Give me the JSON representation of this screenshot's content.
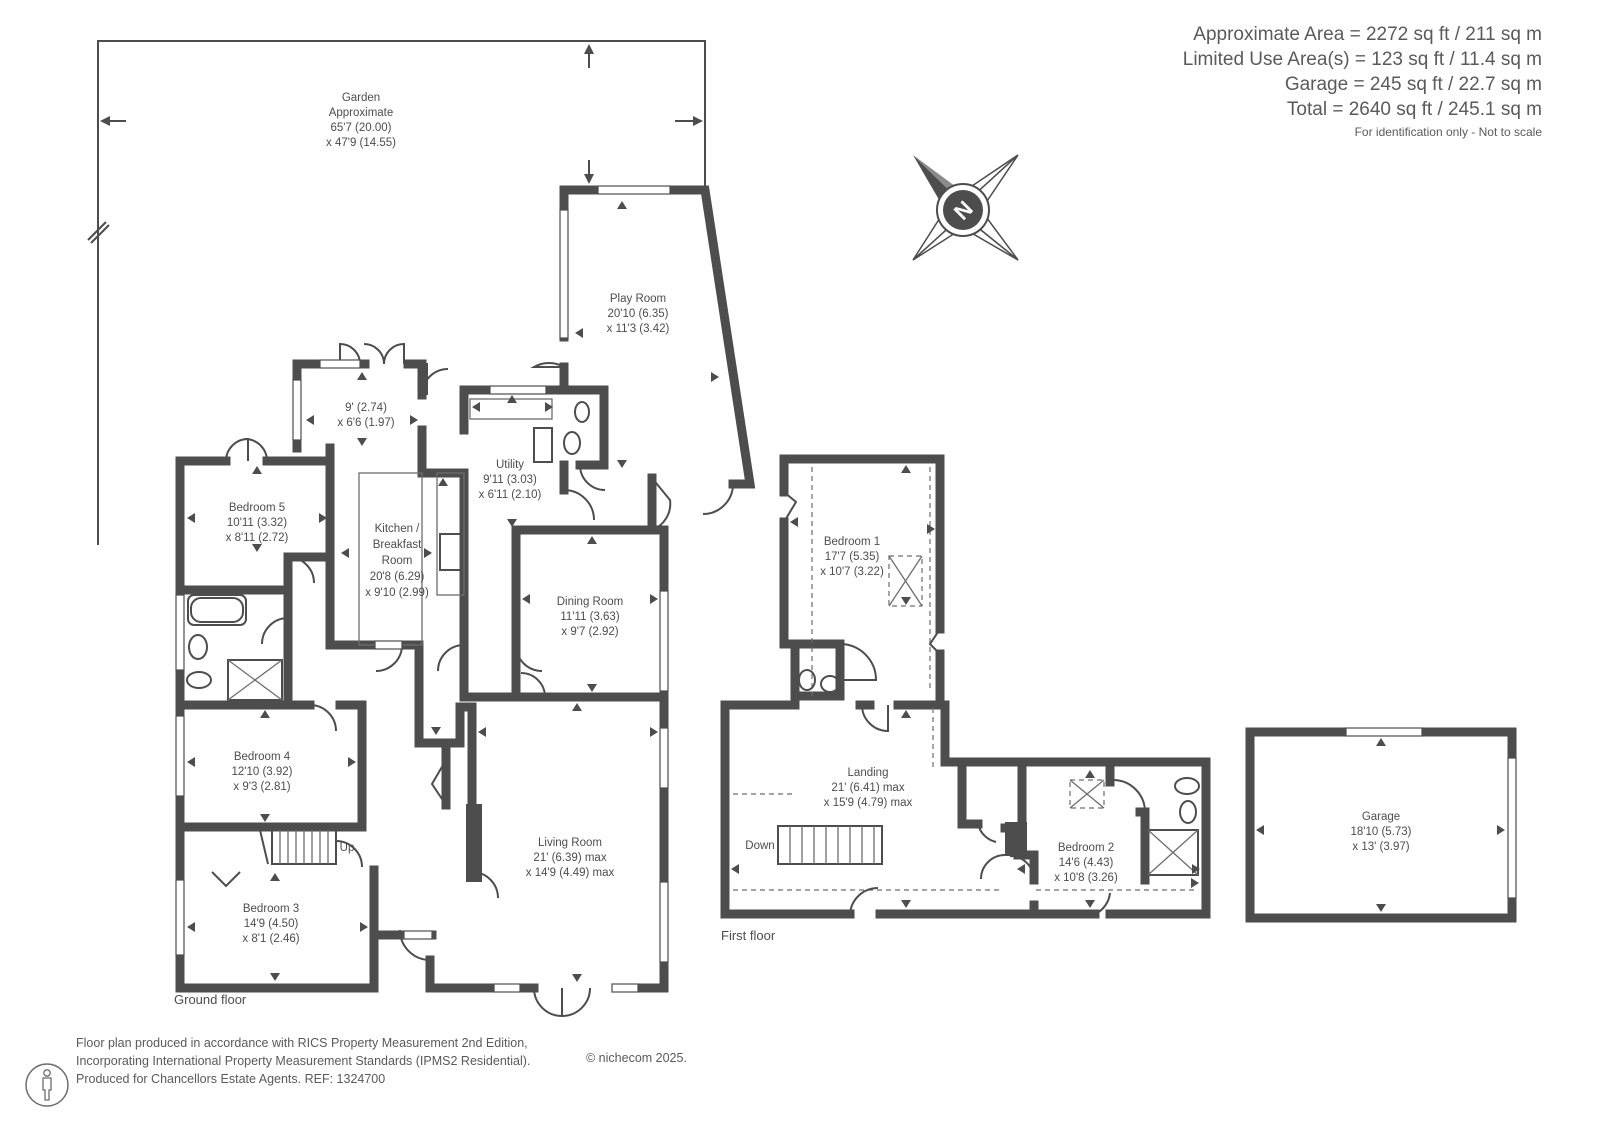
{
  "areas": {
    "approximate": "Approximate Area = 2272 sq ft / 211 sq m",
    "limited": "Limited Use Area(s) = 123 sq ft / 11.4 sq m",
    "garage": "Garage = 245 sq ft / 22.7 sq m",
    "total": "Total = 2640 sq ft / 245.1 sq m",
    "note": "For identification only - Not to scale"
  },
  "compass": {
    "letter": "N"
  },
  "floors": {
    "ground": "Ground floor",
    "first": "First floor"
  },
  "rooms": {
    "garden": {
      "name": "Garden",
      "line1": "Approximate",
      "line2": "65'7 (20.00)",
      "line3": "x 47'9 (14.55)"
    },
    "play_room": {
      "name": "Play Room",
      "line1": "20'10 (6.35)",
      "line2": "x 11'3 (3.42)"
    },
    "conservatory": {
      "line1": "9' (2.74)",
      "line2": "x 6'6 (1.97)"
    },
    "utility": {
      "name": "Utility",
      "line1": "9'11 (3.03)",
      "line2": "x 6'11 (2.10)"
    },
    "bedroom5": {
      "name": "Bedroom 5",
      "line1": "10'11 (3.32)",
      "line2": "x 8'11 (2.72)"
    },
    "kitchen": {
      "name1": "Kitchen /",
      "name2": "Breakfast",
      "name3": "Room",
      "line1": "20'8 (6.29)",
      "line2": "x 9'10 (2.99)"
    },
    "dining": {
      "name": "Dining Room",
      "line1": "11'11 (3.63)",
      "line2": "x 9'7 (2.92)"
    },
    "bedroom4": {
      "name": "Bedroom 4",
      "line1": "12'10 (3.92)",
      "line2": "x 9'3 (2.81)"
    },
    "living": {
      "name": "Living Room",
      "line1": "21' (6.39) max",
      "line2": "x 14'9 (4.49) max"
    },
    "bedroom3": {
      "name": "Bedroom 3",
      "line1": "14'9 (4.50)",
      "line2": "x 8'1 (2.46)"
    },
    "bedroom1": {
      "name": "Bedroom 1",
      "line1": "17'7 (5.35)",
      "line2": "x 10'7 (3.22)"
    },
    "landing": {
      "name": "Landing",
      "line1": "21' (6.41) max",
      "line2": "x 15'9 (4.79) max"
    },
    "bedroom2": {
      "name": "Bedroom 2",
      "line1": "14'6 (4.43)",
      "line2": "x 10'8 (3.26)"
    },
    "garage": {
      "name": "Garage",
      "line1": "18'10 (5.73)",
      "line2": "x 13' (3.97)"
    }
  },
  "stairs": {
    "up": "Up",
    "down": "Down"
  },
  "footer": {
    "line1": "Floor plan produced in accordance with RICS Property Measurement 2nd Edition,",
    "line2": "Incorporating International Property Measurement Standards (IPMS2 Residential).",
    "line3": "Produced for Chancellors Estate Agents.   REF: 1324700",
    "copyright": "© nichecom 2025."
  }
}
